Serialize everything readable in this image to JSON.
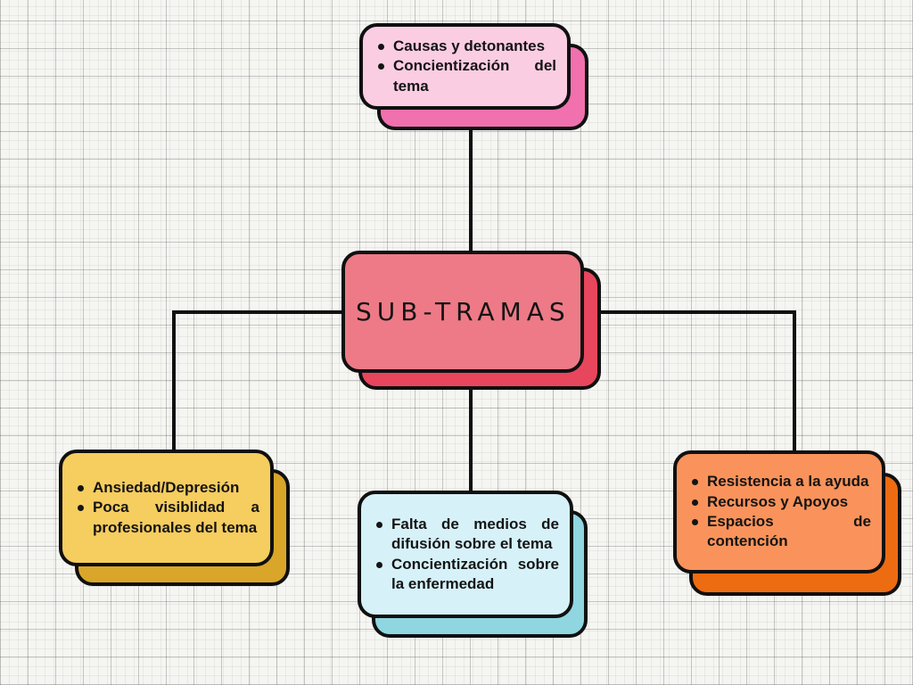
{
  "canvas": {
    "style": "graph-paper",
    "background_color": "#f5f5f2",
    "grid_major_color": "#6f6f6f",
    "grid_minor_color": "#bdbdbd",
    "connector_color": "#101010",
    "border_color": "#101010"
  },
  "center_node": {
    "label": "SUB-TRAMAS",
    "fill": "#ee7a87",
    "shadow": "#e8465c"
  },
  "nodes": {
    "top": {
      "fill": "#fbcde3",
      "shadow": "#f170ae",
      "items": [
        "Causas y detonantes",
        "Concientización del tema"
      ]
    },
    "left": {
      "fill": "#f6cd5f",
      "shadow": "#d9a62a",
      "items": [
        "Ansiedad/Depresión",
        "Poca visiblidad a profesionales del tema"
      ]
    },
    "bottom": {
      "fill": "#d6f1f8",
      "shadow": "#8fd6e0",
      "items": [
        "Falta de medios de difusión sobre el tema",
        "Concientización sobre la enfermedad"
      ]
    },
    "right": {
      "fill": "#f9935b",
      "shadow": "#ed6c12",
      "items": [
        "Resistencia a la ayuda",
        "Recursos y Apoyos",
        "Espacios de contención"
      ]
    }
  }
}
